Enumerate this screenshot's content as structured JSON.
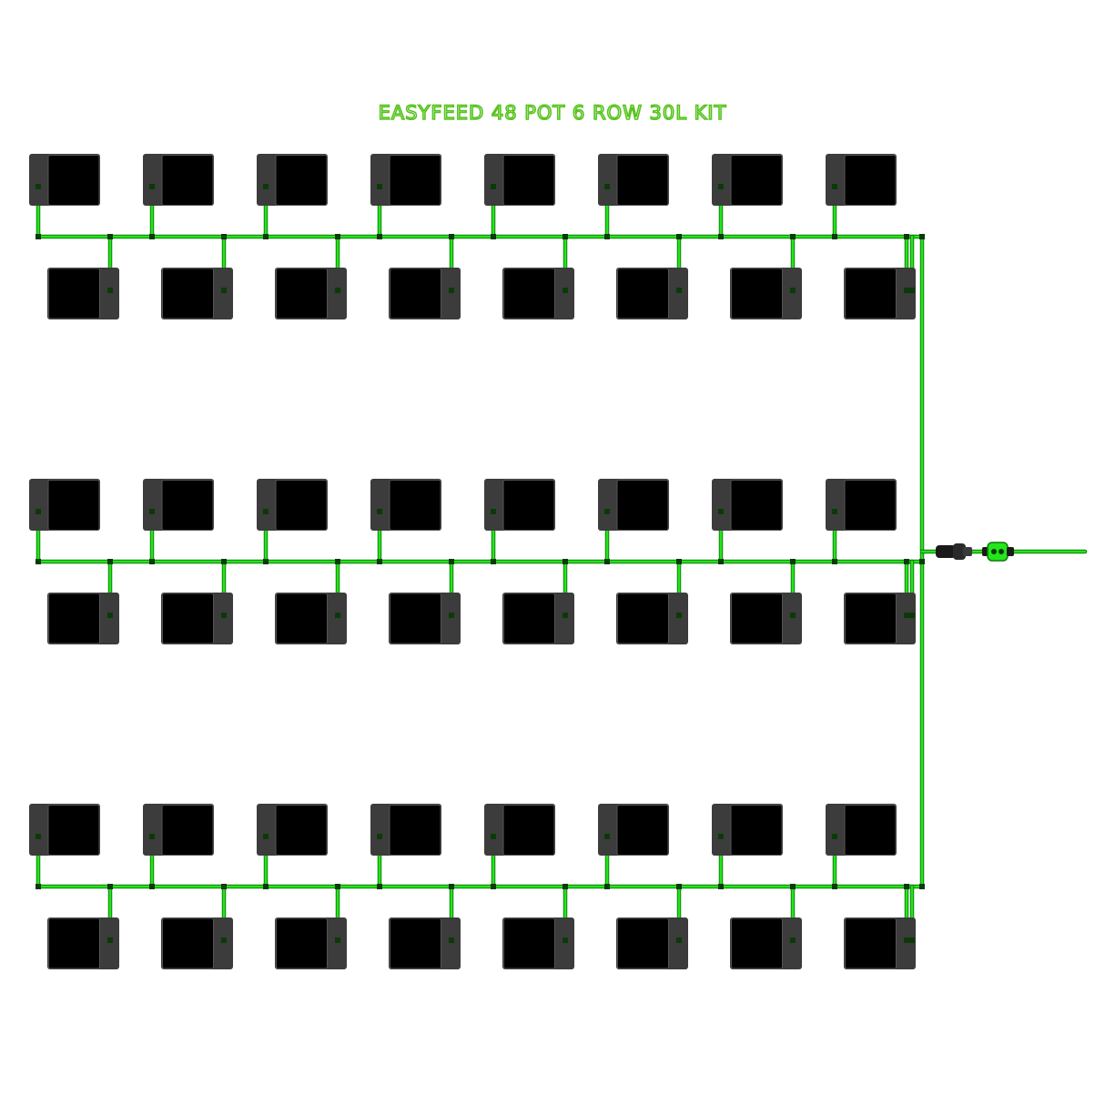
{
  "title": "EASYFEED 48 POT 6 ROW 30L KIT",
  "colors": {
    "pipe": "#22e61a",
    "pipe_outline": "#0f7a0a",
    "pot_base": "#3c3c3c",
    "pot_body": "#000000",
    "title": "#57c41e"
  },
  "layout": {
    "groups": 3,
    "rows_per_group": 2,
    "pots_per_row": 8,
    "total_pots": 48
  },
  "components": {
    "pot": "pot-icon",
    "fitting": "fitting-icon",
    "connector": "connector-icon",
    "valve": "valve-icon"
  }
}
